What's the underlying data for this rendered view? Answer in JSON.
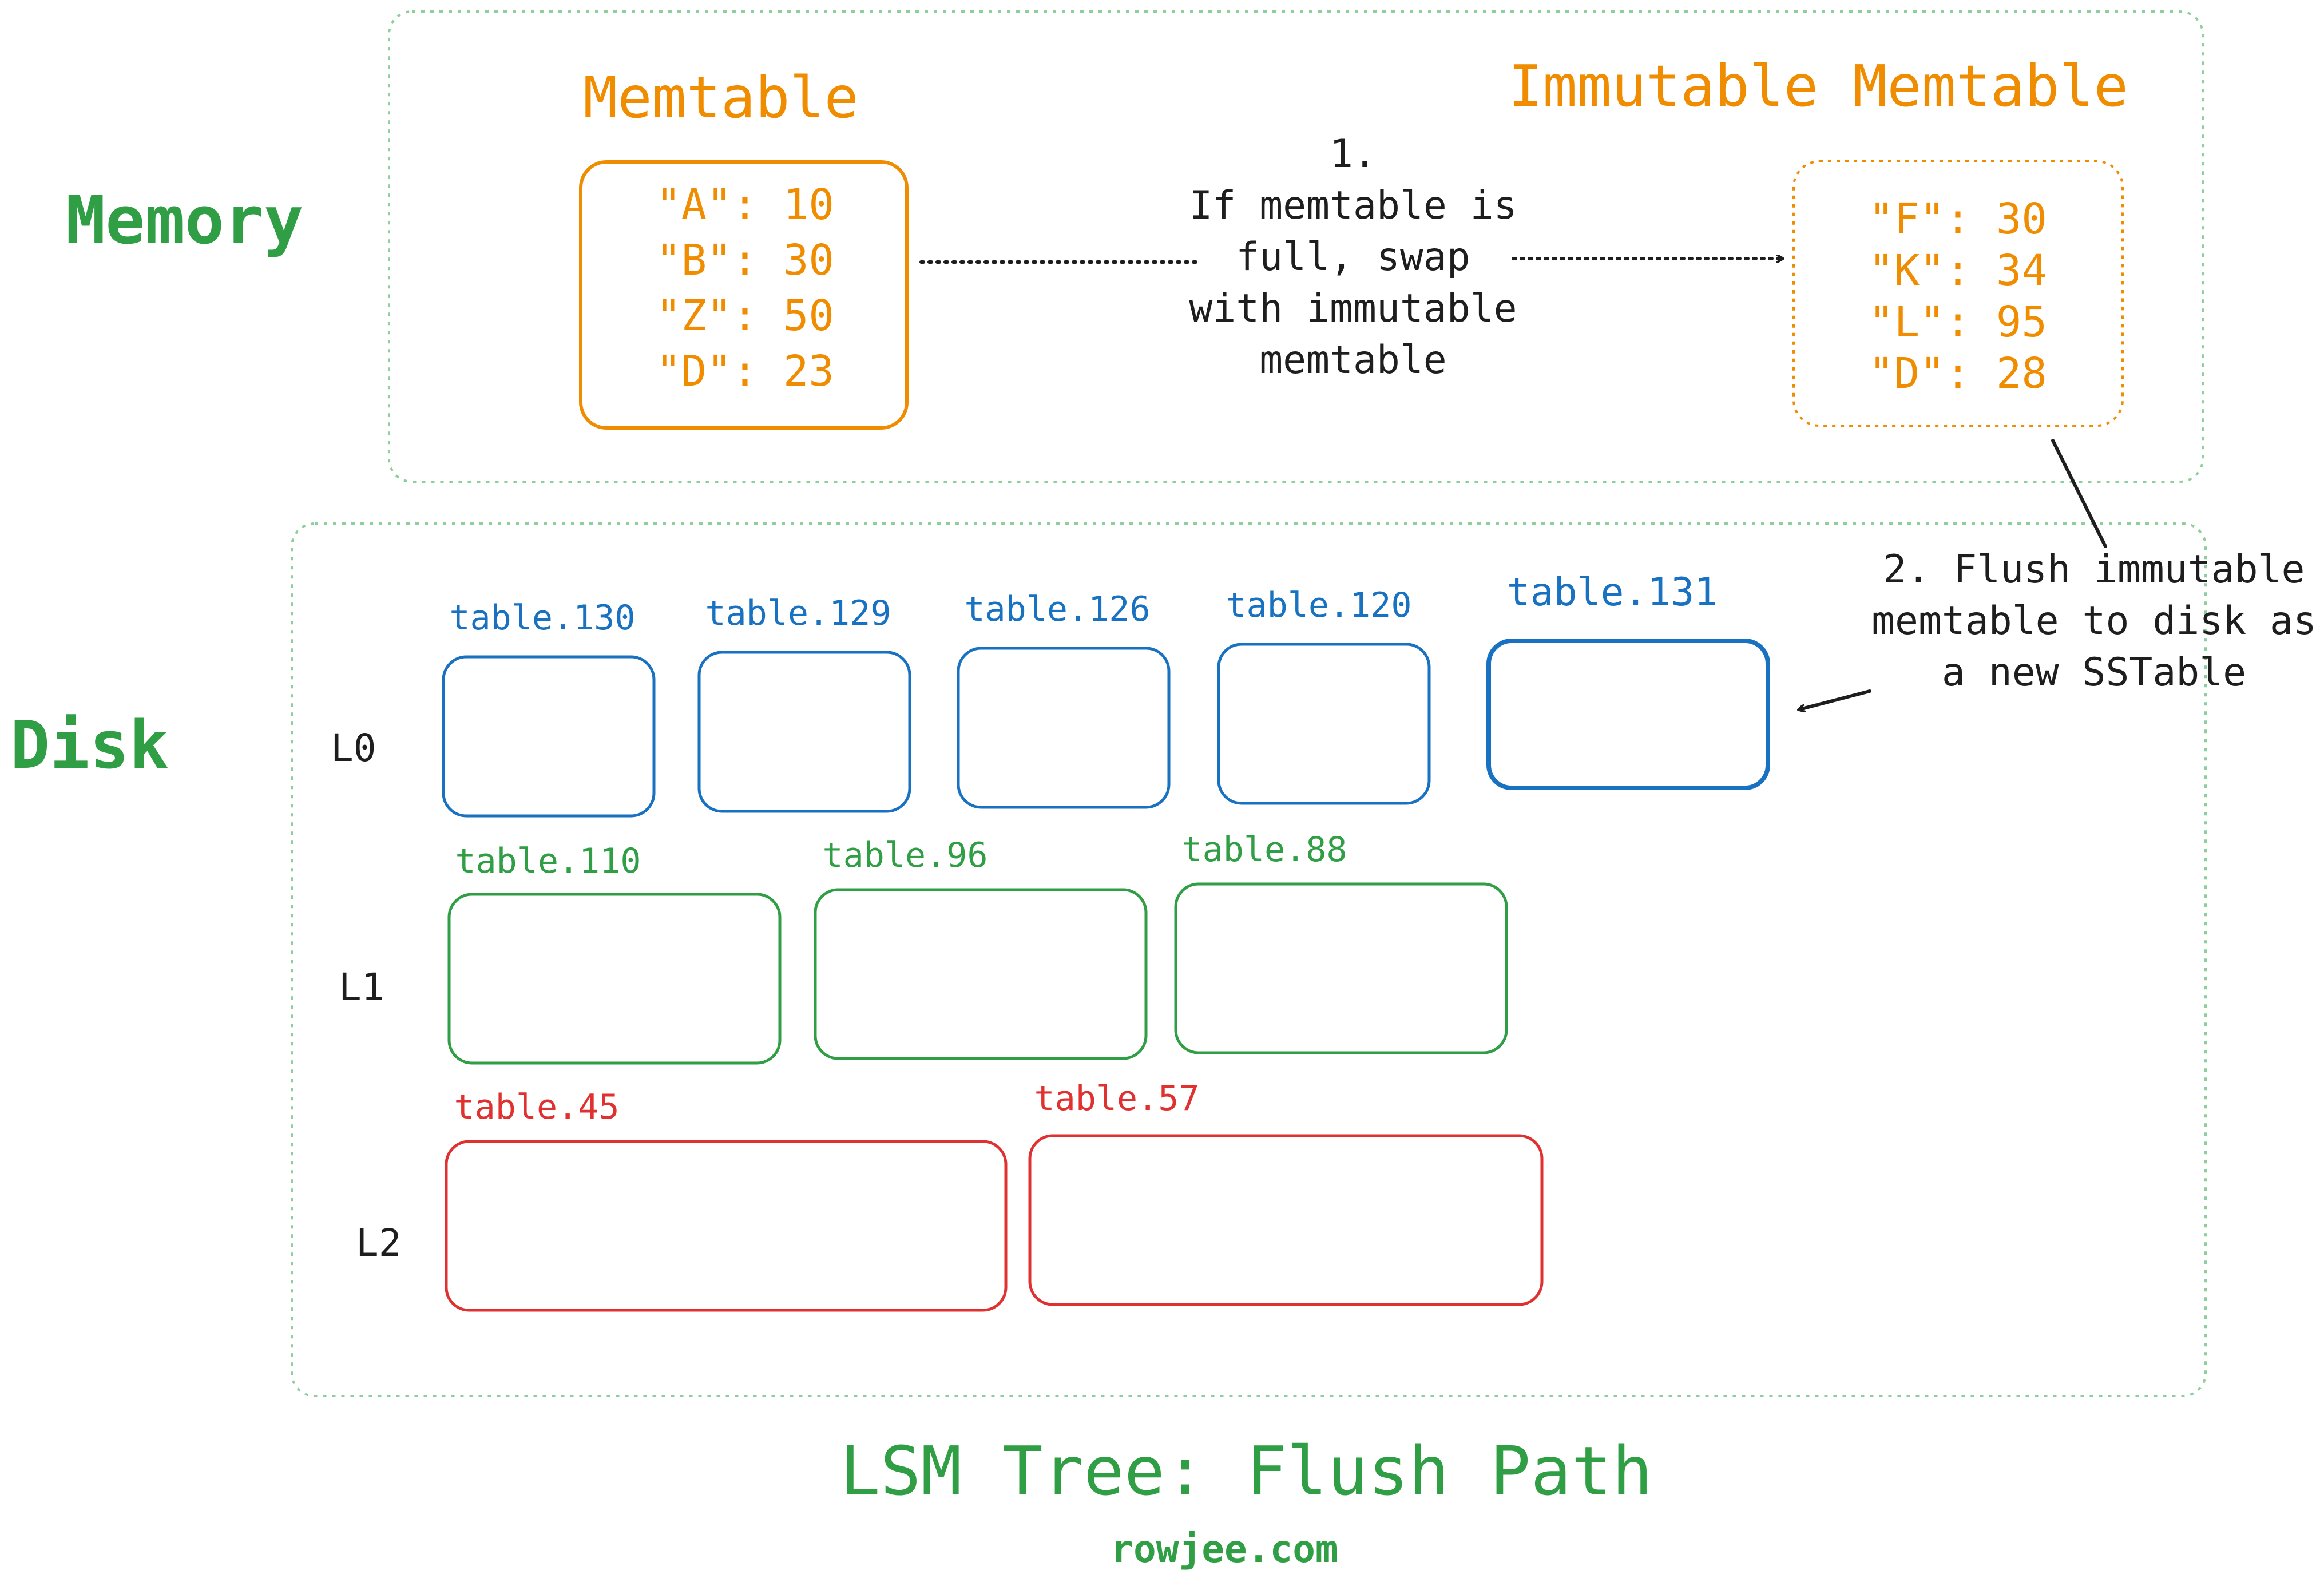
{
  "regions": {
    "memory_label": "Memory",
    "disk_label": "Disk"
  },
  "memtable": {
    "title": "Memtable",
    "entries": [
      "\"A\": 10",
      "\"B\": 30",
      "\"Z\": 50",
      "\"D\": 23"
    ]
  },
  "immutable_memtable": {
    "title": "Immutable Memtable",
    "entries": [
      "\"F\": 30",
      "\"K\": 34",
      "\"L\": 95",
      "\"D\": 28"
    ]
  },
  "step1": {
    "lines": [
      "1.",
      "If memtable is",
      "full, swap",
      "with immutable",
      "memtable"
    ]
  },
  "step2": {
    "lines": [
      "2. Flush immutable",
      "memtable to disk as",
      "a new SSTable"
    ]
  },
  "levels": {
    "l0": {
      "label": "L0",
      "tables": [
        "table.130",
        "table.129",
        "table.126",
        "table.120",
        "table.131"
      ]
    },
    "l1": {
      "label": "L1",
      "tables": [
        "table.110",
        "table.96",
        "table.88"
      ]
    },
    "l2": {
      "label": "L2",
      "tables": [
        "table.45",
        "table.57"
      ]
    }
  },
  "footer": {
    "title": "LSM Tree: Flush Path",
    "site": "rowjee.com"
  },
  "colors": {
    "orange": "#f08c00",
    "blue": "#1971c2",
    "green": "#2f9e44",
    "red": "#e03131",
    "dark": "#1e1e1e",
    "region_border": "#8ccf9a"
  }
}
